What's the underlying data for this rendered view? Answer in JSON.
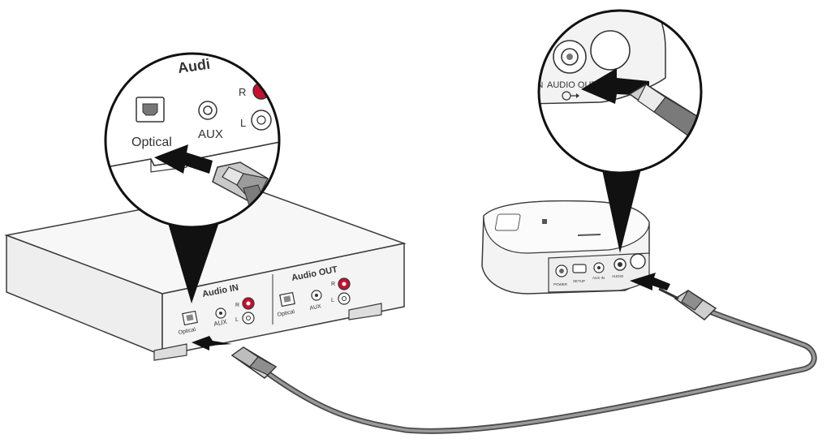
{
  "receiver": {
    "audio_in_label": "Audio IN",
    "audio_out_label": "Audio OUT",
    "in_optical_label": "Optical",
    "in_aux_label": "AUX",
    "in_r_label": "R",
    "in_l_label": "L",
    "out_optical_label": "Optical",
    "out_aux_label": "AUX",
    "out_r_label": "R",
    "out_l_label": "L"
  },
  "zoom_left": {
    "header_label": "Audi",
    "optical_label": "Optical",
    "aux_label": "AUX",
    "r_label": "R",
    "l_label": "L"
  },
  "zoom_right": {
    "audio_out_label": "AUDIO OUT",
    "fragment_label": "N"
  },
  "adapter": {
    "port1_label": "POWER",
    "port2_label": "SETUP",
    "port3_label": "AUX IN",
    "port4_label": "AUDIO"
  },
  "colors": {
    "rca_red": "#c8102e",
    "line": "#3a3a3a",
    "cable": "#8c8c8c",
    "device_fill": "#f4f4f4"
  }
}
